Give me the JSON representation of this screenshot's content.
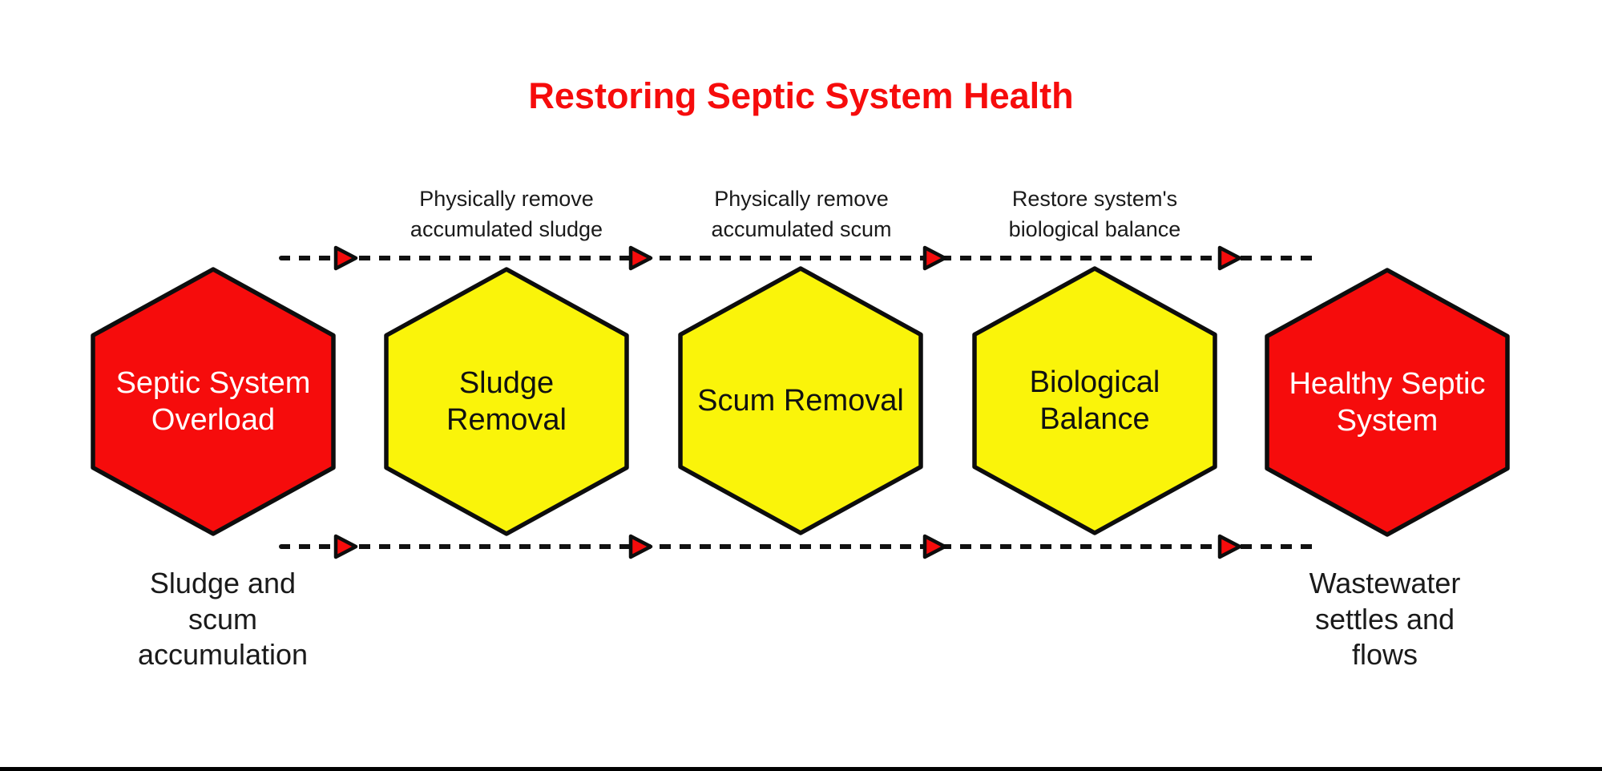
{
  "diagram": {
    "title": "Restoring Septic System Health",
    "nodes": [
      {
        "id": "septic-system-overload",
        "label": "Septic System\nOverload",
        "fill": "#F60C0C",
        "text_color": "#FFFFFF",
        "caption": "Sludge and\nscum\naccumulation"
      },
      {
        "id": "sludge-removal",
        "label": "Sludge\nRemoval",
        "fill": "#FAF40A",
        "text_color": "#111111"
      },
      {
        "id": "scum-removal",
        "label": "Scum Removal",
        "fill": "#FAF40A",
        "text_color": "#111111"
      },
      {
        "id": "biological-balance",
        "label": "Biological\nBalance",
        "fill": "#FAF40A",
        "text_color": "#111111"
      },
      {
        "id": "healthy-septic-system",
        "label": "Healthy Septic\nSystem",
        "fill": "#F60C0C",
        "text_color": "#FFFFFF",
        "caption": "Wastewater\nsettles and\nflows"
      }
    ],
    "transitions": [
      {
        "label": "Physically remove\naccumulated sludge"
      },
      {
        "label": "Physically remove\naccumulated scum"
      },
      {
        "label": "Restore system's\nbiological balance"
      }
    ],
    "colors": {
      "node_red": "#F60C0C",
      "node_yellow": "#FAF40A",
      "outline": "#0D0D0D",
      "title_red": "#F60C0C",
      "text_dark": "#1A1A1A",
      "arrow_line": "#111111",
      "arrowhead_red": "#F60C0C"
    }
  }
}
